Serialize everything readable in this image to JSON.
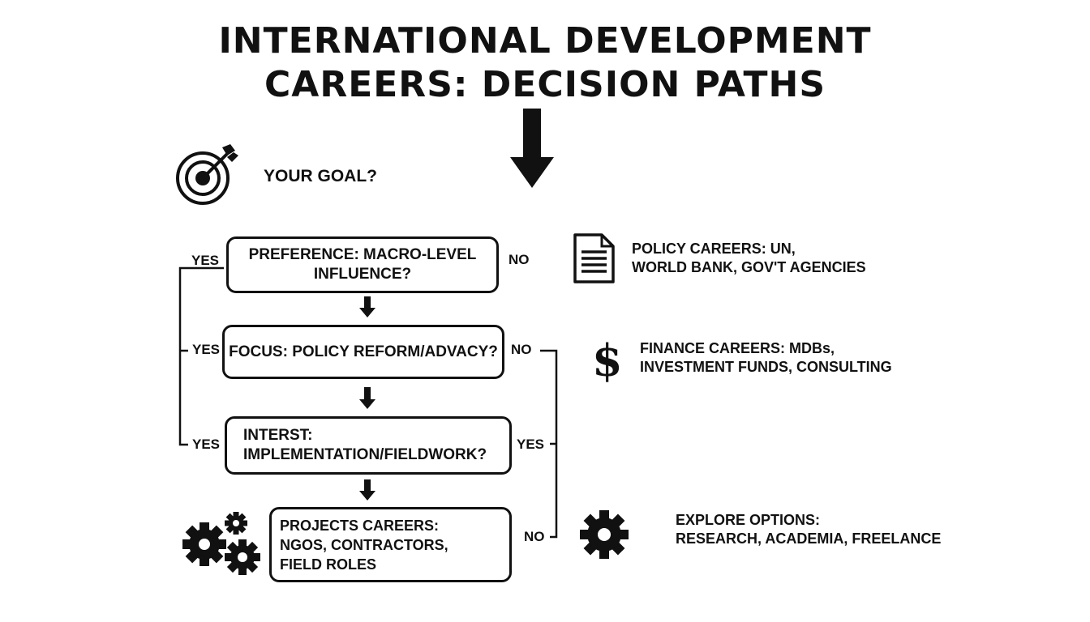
{
  "title": {
    "line1": "INTERNATIONAL DEVELOPMENT",
    "line2": "CAREERS:  DECISION PATHS"
  },
  "goal": {
    "label": "YOUR GOAL?",
    "icon": "target-arrow-icon"
  },
  "questions": [
    {
      "text": "PREFERENCE: MACRO-LEVEL INFLUENCE?"
    },
    {
      "text": "FOCUS: POLICY REFORM/ADVACY?"
    },
    {
      "line1": "INTERST:",
      "line2": "IMPLEMENTATION/FIELDWORK?"
    }
  ],
  "branches": {
    "q1_yes": "YES",
    "q1_no": "NO",
    "q2_yes": "YES",
    "q2_no": "NO",
    "q3_yes_left": "YES",
    "q3_yes_right": "YES",
    "final_no": "NO"
  },
  "outcomes": {
    "policy": {
      "line1": "POLICY CAREERS: UN,",
      "line2": "WORLD BANK, GOV'T AGENCIES",
      "icon": "document-icon"
    },
    "finance": {
      "line1": "FINANCE CAREERS: MDBs,",
      "line2": "INVESTMENT FUNDS, CONSULTING",
      "icon": "dollar-icon",
      "symbol": "$"
    },
    "projects": {
      "line1": "PROJECTS CAREERS:",
      "line2": "NGOS, CONTRACTORS,",
      "line3": "FIELD ROLES",
      "icon": "gears-icon"
    },
    "explore": {
      "line1": "EXPLORE OPTIONS:",
      "line2": "RESEARCH, ACADEMIA, FREELANCE",
      "icon": "gear-icon"
    }
  }
}
